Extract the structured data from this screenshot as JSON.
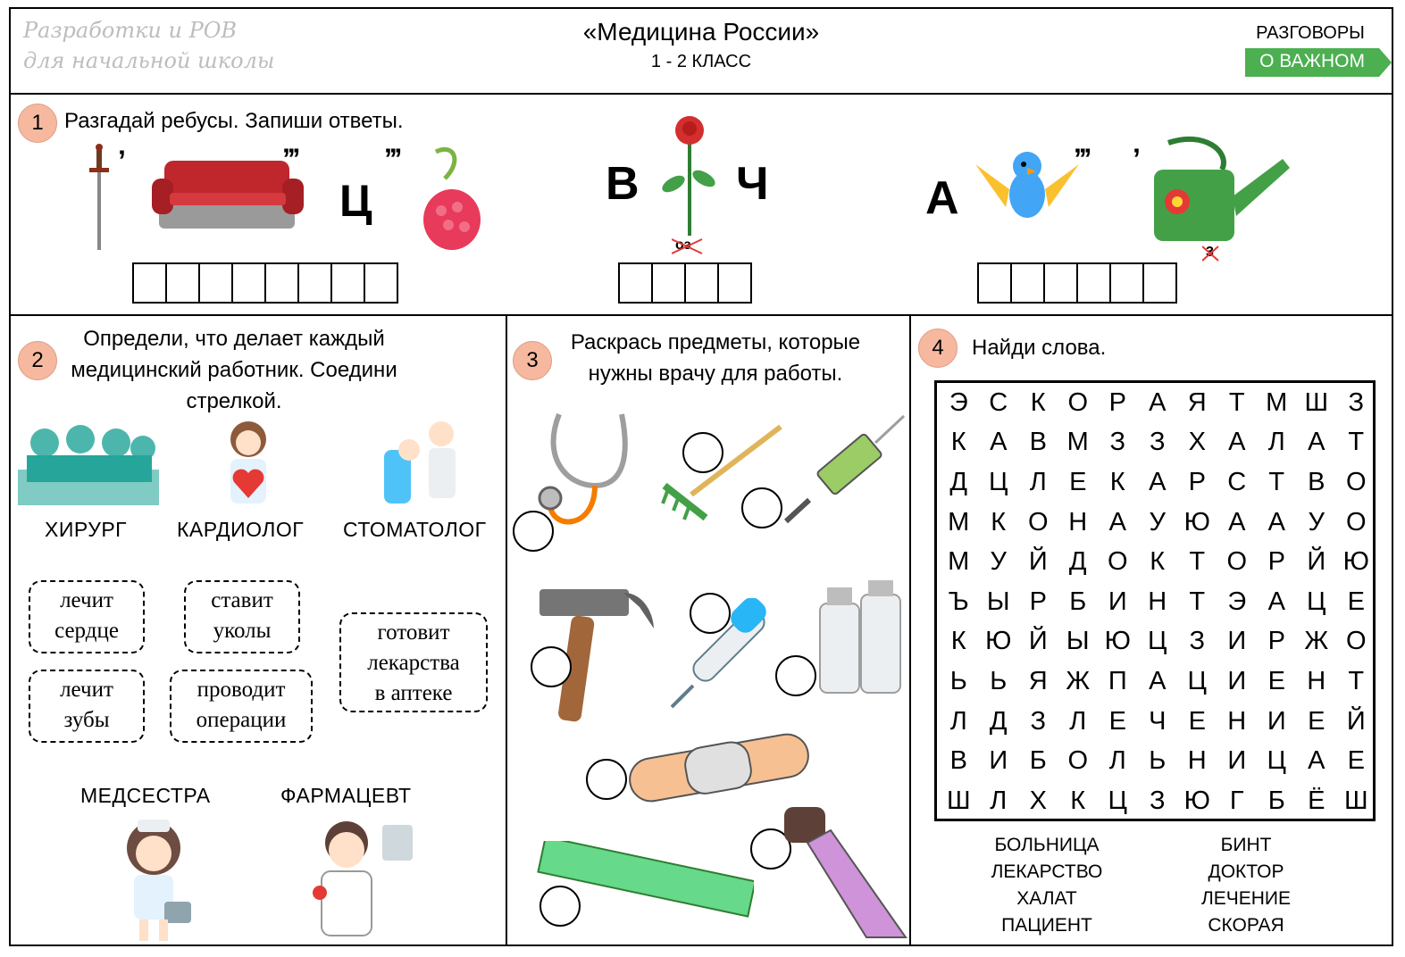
{
  "header": {
    "brand_line1": "Разработки и РОВ",
    "brand_line2": "для начальной школы",
    "title": "«Медицина России»",
    "grade": "1 - 2 КЛАСС",
    "badge_top": "РАЗГОВОРЫ",
    "badge_bottom": "О ВАЖНОМ",
    "badge_color": "#4caf50"
  },
  "task1": {
    "number": "1",
    "text": "Разгадай ребусы. Запиши ответы.",
    "rebus1": {
      "quote_sofa": "’’’",
      "letter": "Ц",
      "quote_berry": "’’’",
      "comma_sword": "’",
      "boxes": 8
    },
    "rebus2": {
      "letter_left": "В",
      "letter_right": "Ч",
      "crossed": "оз",
      "boxes": 4
    },
    "rebus3": {
      "letter": "А",
      "quote_bird": "’’’",
      "comma_can": "’",
      "crossed": "3",
      "boxes": 6
    }
  },
  "task2": {
    "number": "2",
    "text_line1": "Определи, что делает каждый",
    "text_line2": "медицинский работник. Соедини",
    "text_line3": "стрелкой.",
    "prof1": "ХИРУРГ",
    "prof2": "КАРДИОЛОГ",
    "prof3": "СТОМАТОЛОГ",
    "prof4": "МЕДСЕСТРА",
    "prof5": "ФАРМАЦЕВТ",
    "box1_l1": "лечит",
    "box1_l2": "сердце",
    "box2_l1": "ставит",
    "box2_l2": "уколы",
    "box3_l1": "готовит",
    "box3_l2": "лекарства",
    "box3_l3": "в аптеке",
    "box4_l1": "лечит",
    "box4_l2": "зубы",
    "box5_l1": "проводит",
    "box5_l2": "операции"
  },
  "task3": {
    "number": "3",
    "text_line1": "Раскрась предметы, которые",
    "text_line2": "нужны врачу для работы."
  },
  "task4": {
    "number": "4",
    "text": "Найди слова.",
    "grid": [
      [
        "Э",
        "С",
        "К",
        "О",
        "Р",
        "А",
        "Я",
        "Т",
        "М",
        "Ш",
        "З"
      ],
      [
        "К",
        "А",
        "В",
        "М",
        "З",
        "З",
        "Х",
        "А",
        "Л",
        "А",
        "Т"
      ],
      [
        "Д",
        "Ц",
        "Л",
        "Е",
        "К",
        "А",
        "Р",
        "С",
        "Т",
        "В",
        "О"
      ],
      [
        "М",
        "К",
        "О",
        "Н",
        "А",
        "У",
        "Ю",
        "А",
        "А",
        "У",
        "О"
      ],
      [
        "М",
        "У",
        "Й",
        "Д",
        "О",
        "К",
        "Т",
        "О",
        "Р",
        "Й",
        "Ю"
      ],
      [
        "Ъ",
        "Ы",
        "Р",
        "Б",
        "И",
        "Н",
        "Т",
        "Э",
        "А",
        "Ц",
        "Е"
      ],
      [
        "К",
        "Ю",
        "Й",
        "Ы",
        "Ю",
        "Ц",
        "З",
        "И",
        "Р",
        "Ж",
        "О"
      ],
      [
        "Ь",
        "Ь",
        "Я",
        "Ж",
        "П",
        "А",
        "Ц",
        "И",
        "Е",
        "Н",
        "Т"
      ],
      [
        "Л",
        "Д",
        "З",
        "Л",
        "Е",
        "Ч",
        "Е",
        "Н",
        "И",
        "Е",
        "Й"
      ],
      [
        "В",
        "И",
        "Б",
        "О",
        "Л",
        "Ь",
        "Н",
        "И",
        "Ц",
        "А",
        "Е"
      ],
      [
        "Ш",
        "Л",
        "Х",
        "К",
        "Ц",
        "З",
        "Ю",
        "Г",
        "Б",
        "Ё",
        "Ш"
      ]
    ],
    "words_left": [
      "БОЛЬНИЦА",
      "ЛЕКАРСТВО",
      "ХАЛАТ",
      "ПАЦИЕНТ"
    ],
    "words_right": [
      "БИНТ",
      "ДОКТОР",
      "ЛЕЧЕНИЕ",
      "СКОРАЯ"
    ]
  }
}
